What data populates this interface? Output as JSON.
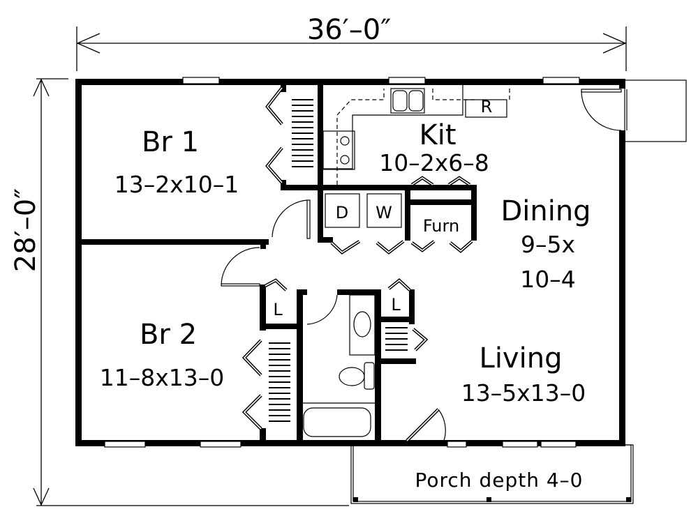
{
  "plan": {
    "overall_width": "36′–0″",
    "overall_depth": "28′–0″"
  },
  "rooms": {
    "br1": {
      "name": "Br 1",
      "size": "13–2x10–1"
    },
    "br2": {
      "name": "Br 2",
      "size": "11–8x13–0"
    },
    "kitchen": {
      "name": "Kit",
      "size": "10–2x6–8"
    },
    "dining": {
      "name": "Dining",
      "size_line1": "9–5x",
      "size_line2": "10–4"
    },
    "living": {
      "name": "Living",
      "size": "13–5x13–0"
    },
    "porch": {
      "label": "Porch depth 4–0"
    }
  },
  "fixtures": {
    "refrigerator": "R",
    "dryer": "D",
    "washer": "W",
    "furnace": "Furn",
    "linen_left": "L",
    "linen_right": "L"
  },
  "colors": {
    "ink": "#000000",
    "paper": "#ffffff"
  }
}
